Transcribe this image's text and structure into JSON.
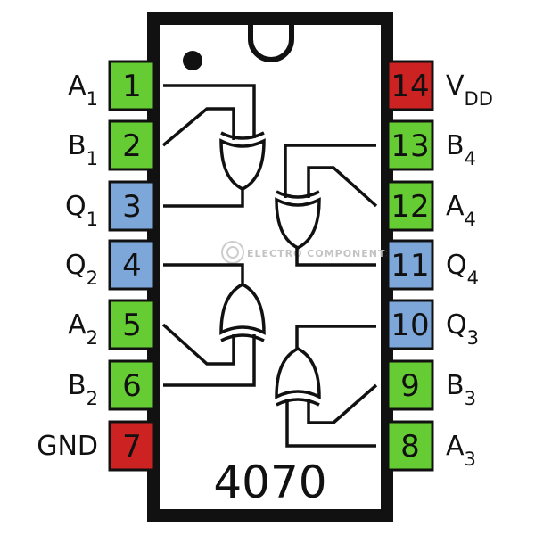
{
  "chip": {
    "part_number": "4070",
    "watermark": "ELECTRO COMPONENTS"
  },
  "colors": {
    "input_pin": "#66cc33",
    "output_pin": "#7da7d9",
    "power_pin": "#cc2222",
    "body_outline": "#111111"
  },
  "pins": [
    {
      "number": "1",
      "label": "A",
      "sub": "1",
      "role": "input"
    },
    {
      "number": "2",
      "label": "B",
      "sub": "1",
      "role": "input"
    },
    {
      "number": "3",
      "label": "Q",
      "sub": "1",
      "role": "output"
    },
    {
      "number": "4",
      "label": "Q",
      "sub": "2",
      "role": "output"
    },
    {
      "number": "5",
      "label": "A",
      "sub": "2",
      "role": "input"
    },
    {
      "number": "6",
      "label": "B",
      "sub": "2",
      "role": "input"
    },
    {
      "number": "7",
      "label": "GND",
      "sub": "",
      "role": "power"
    },
    {
      "number": "8",
      "label": "A",
      "sub": "3",
      "role": "input"
    },
    {
      "number": "9",
      "label": "B",
      "sub": "3",
      "role": "input"
    },
    {
      "number": "10",
      "label": "Q",
      "sub": "3",
      "role": "output"
    },
    {
      "number": "11",
      "label": "Q",
      "sub": "4",
      "role": "output"
    },
    {
      "number": "12",
      "label": "A",
      "sub": "4",
      "role": "input"
    },
    {
      "number": "13",
      "label": "B",
      "sub": "4",
      "role": "input"
    },
    {
      "number": "14",
      "label": "V",
      "sub": "DD",
      "role": "power"
    }
  ],
  "gates": [
    {
      "type": "XOR",
      "inputs": [
        "1",
        "2"
      ],
      "output": "3"
    },
    {
      "type": "XOR",
      "inputs": [
        "5",
        "6"
      ],
      "output": "4"
    },
    {
      "type": "XOR",
      "inputs": [
        "8",
        "9"
      ],
      "output": "10"
    },
    {
      "type": "XOR",
      "inputs": [
        "12",
        "13"
      ],
      "output": "11"
    }
  ]
}
